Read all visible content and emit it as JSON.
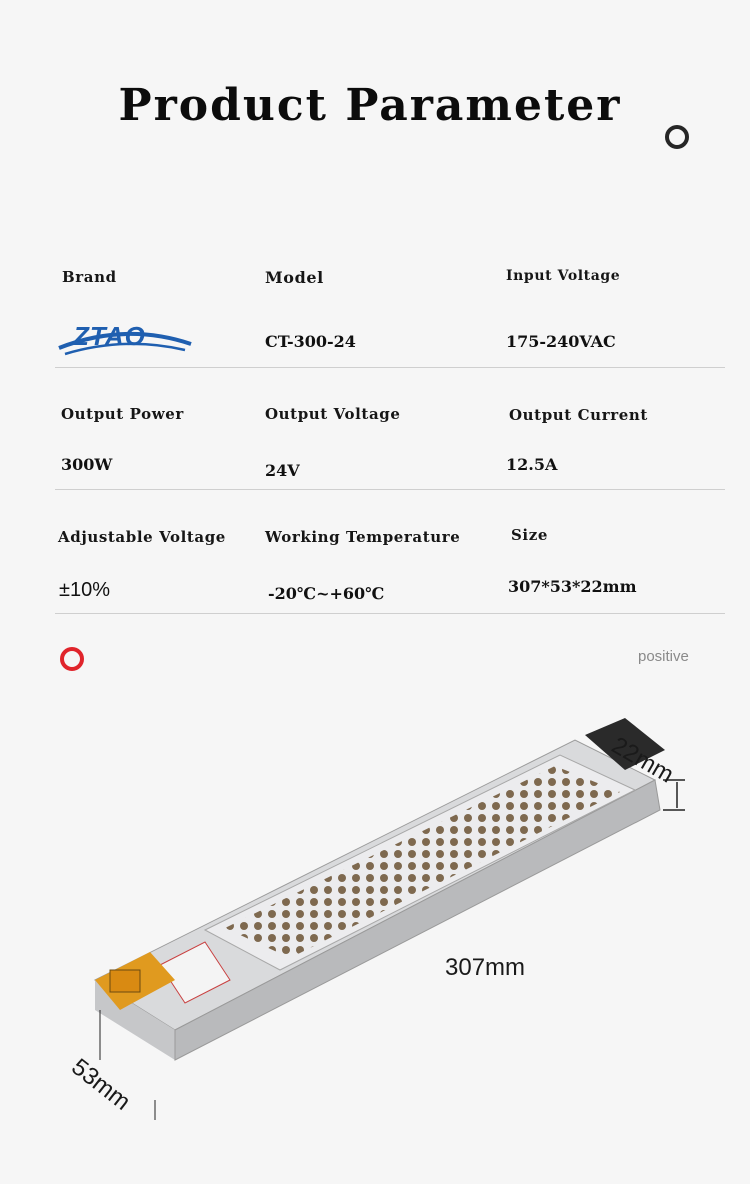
{
  "title": "Product Parameter",
  "params": [
    {
      "label": "Brand",
      "value": "ZTAO"
    },
    {
      "label": "Model",
      "value": "CT-300-24"
    },
    {
      "label": "Input Voltage",
      "value": "175-240VAC"
    },
    {
      "label": "Output Power",
      "value": "300W"
    },
    {
      "label": "Output Voltage",
      "value": "24V"
    },
    {
      "label": "Output Current",
      "value": "12.5A"
    },
    {
      "label": "Adjustable Voltage",
      "value": "±10%"
    },
    {
      "label": "Working Temperature",
      "value": "-20℃~+60℃"
    },
    {
      "label": "Size",
      "value": "307*53*22mm"
    }
  ],
  "view_label": "positive",
  "dimensions": {
    "height": "22mm",
    "length": "307mm",
    "width": "53mm"
  },
  "colors": {
    "accent_red": "#e0242b",
    "logo_blue": "#1f5fb0"
  },
  "icons": [
    "ring-icon",
    "ring-icon"
  ]
}
